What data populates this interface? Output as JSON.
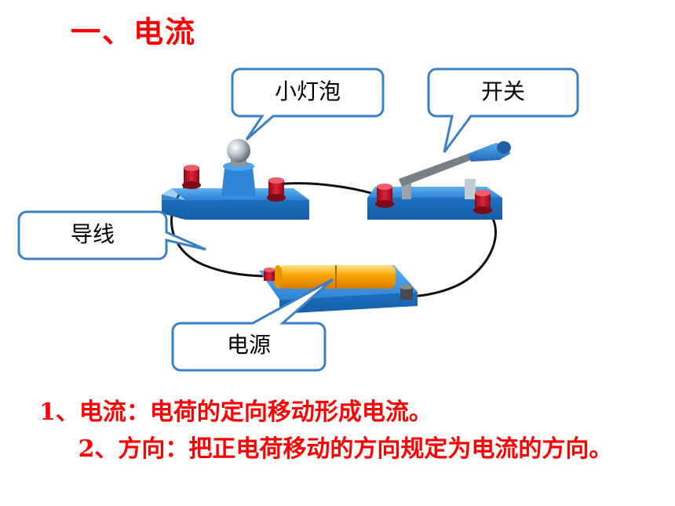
{
  "slide": {
    "title": "一、电流",
    "diagram": {
      "labels": {
        "bulb": "小灯泡",
        "switch": "开关",
        "wire": "导线",
        "battery": "电源"
      }
    },
    "points": [
      "1、电流：电荷的定向移动形成电流。",
      "2、方向：把正电荷移动的方向规定为电流的方向。"
    ]
  },
  "colors": {
    "accent_text": "#ff0000",
    "callout_border": "#3a7fc8",
    "board": "#2e86d8",
    "terminal": "#c8102e",
    "battery": "#f5a000"
  }
}
